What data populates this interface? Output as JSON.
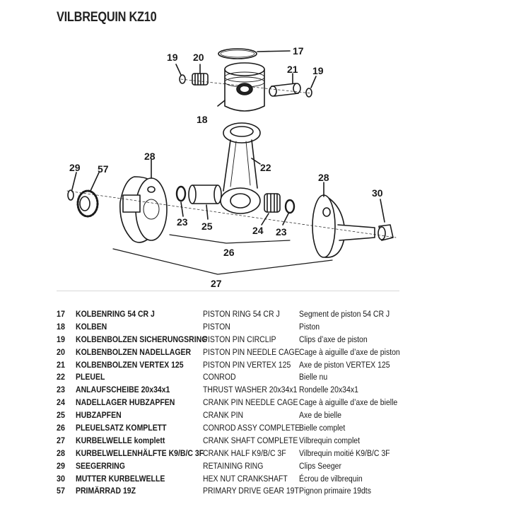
{
  "document": {
    "title": "VILBREQUIN KZ10"
  },
  "diagram": {
    "callouts": {
      "c17": "17",
      "c18": "18",
      "c19a": "19",
      "c19b": "19",
      "c20": "20",
      "c21": "21",
      "c22": "22",
      "c23a": "23",
      "c23b": "23",
      "c24": "24",
      "c25": "25",
      "c26": "26",
      "c27": "27",
      "c28a": "28",
      "c28b": "28",
      "c29": "29",
      "c30": "30",
      "c57": "57"
    }
  },
  "parts": [
    {
      "num": "17",
      "de": "KOLBENRING 54 CR J",
      "en": "PISTON RING 54 CR J",
      "fr": "Segment de piston 54 CR J"
    },
    {
      "num": "18",
      "de": "KOLBEN",
      "en": "PISTON",
      "fr": "Piston"
    },
    {
      "num": "19",
      "de": "KOLBENBOLZEN SICHERUNGSRING",
      "en": "PISTON PIN CIRCLIP",
      "fr": "Clips d’axe de piston"
    },
    {
      "num": "20",
      "de": "KOLBENBOLZEN NADELLAGER",
      "en": "PISTON PIN NEEDLE CAGE",
      "fr": "Cage à aiguille d’axe de piston"
    },
    {
      "num": "21",
      "de": "KOLBENBOLZEN VERTEX 125",
      "en": "PISTON PIN VERTEX 125",
      "fr": "Axe de piston VERTEX 125"
    },
    {
      "num": "22",
      "de": "PLEUEL",
      "en": "CONROD",
      "fr": "Bielle nu"
    },
    {
      "num": "23",
      "de": "ANLAUFSCHEIBE 20x34x1",
      "en": "THRUST WASHER 20x34x1",
      "fr": "Rondelle 20x34x1"
    },
    {
      "num": "24",
      "de": "NADELLAGER HUBZAPFEN",
      "en": "CRANK PIN NEEDLE CAGE",
      "fr": "Cage à aiguille d’axe de bielle"
    },
    {
      "num": "25",
      "de": "HUBZAPFEN",
      "en": "CRANK PIN",
      "fr": "Axe de bielle"
    },
    {
      "num": "26",
      "de": "PLEUELSATZ KOMPLETT",
      "en": "CONROD ASSY COMPLETE",
      "fr": "Bielle complet"
    },
    {
      "num": "27",
      "de": "KURBELWELLE komplett",
      "en": "CRANK SHAFT COMPLETE",
      "fr": "Vilbrequin complet"
    },
    {
      "num": "28",
      "de": "KURBELWELLENHÄLFTE K9/B/C 3F",
      "en": "CRANK HALF K9/B/C 3F",
      "fr": "Vilbrequin moitié K9/B/C 3F"
    },
    {
      "num": "29",
      "de": "SEEGERRING",
      "en": "RETAINING RING",
      "fr": "Clips Seeger"
    },
    {
      "num": "30",
      "de": "MUTTER KURBELWELLE",
      "en": "HEX NUT CRANKSHAFT",
      "fr": "Écrou de vilbrequin"
    },
    {
      "num": "57",
      "de": "PRIMÄRRAD 19Z",
      "en": "PRIMARY DRIVE GEAR 19T",
      "fr": "Pignon primaire 19dts"
    }
  ]
}
